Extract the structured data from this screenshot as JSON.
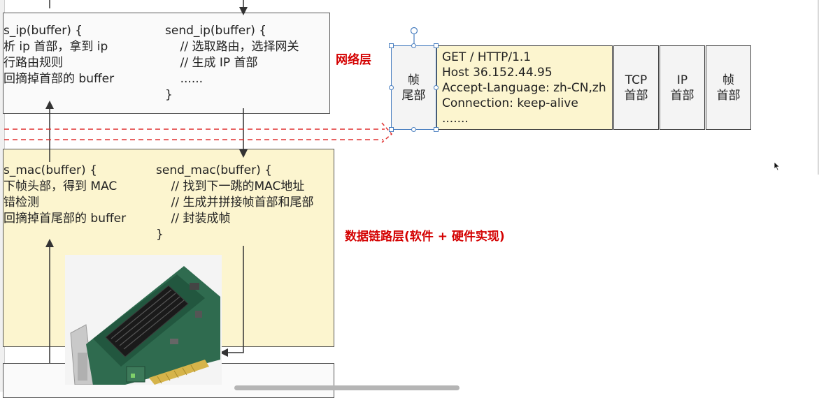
{
  "network_layer": {
    "receive_code": "s_ip(buffer) {\n析 ip 首部，拿到 ip\n行路由规则\n回摘掉首部的 buffer",
    "send_code": "send_ip(buffer) {\n    // 选取路由，选择网关\n    // 生成 IP 首部\n    ......\n}",
    "label": "网络层"
  },
  "link_layer": {
    "receive_code": "s_mac(buffer) {\n下帧头部，得到 MAC\n错检测\n回摘掉首尾部的 buffer",
    "send_code": "send_mac(buffer) {\n    // 找到下一跳的MAC地址\n    // 生成并拼接帧首部和尾部\n    // 封装成帧\n}",
    "label": "数据链路层(软件 + 硬件实现)"
  },
  "frame": {
    "trailer": "帧\n尾部",
    "payload": "GET / HTTP/1.1\nHost 36.152.44.95\nAccept-Language: zh-CN,zh\nConnection: keep-alive\n.......",
    "tcp_header": "TCP\n首部",
    "ip_header": "IP\n首部",
    "frame_header": "帧\n首部"
  },
  "images": {
    "nic": "network-interface-card-photo"
  },
  "colors": {
    "layer_label": "#d40000",
    "link_layer_fill": "#fcf5cf",
    "dashed_arrow": "#e03030",
    "selection": "#4a7fc0"
  }
}
